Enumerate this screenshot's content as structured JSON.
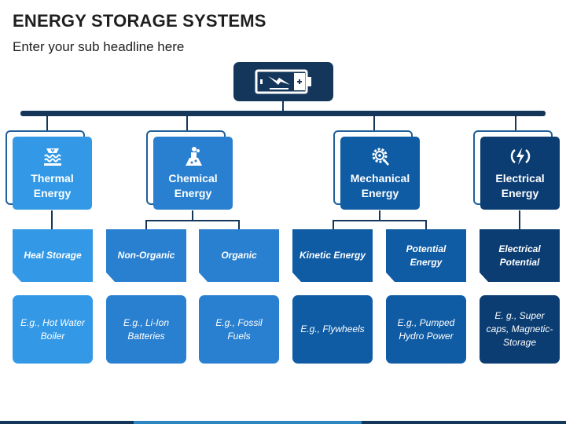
{
  "header": {
    "title": "ENERGY STORAGE SYSTEMS",
    "subtitle": "Enter your sub headline here"
  },
  "root": {
    "icon": "battery-charging-icon"
  },
  "colors": {
    "dark": "#14365a",
    "light": "#3399e6",
    "medium": "#2a80d0",
    "deep": "#0f5ca4",
    "darkest": "#0b3d73"
  },
  "categories": [
    {
      "label": "Thermal Energy",
      "icon": "heating-icon",
      "subtypes": [
        {
          "label": "Heal Storage",
          "example": "E.g., Hot Water Boiler"
        }
      ]
    },
    {
      "label": "Chemical Energy",
      "icon": "flask-icon",
      "subtypes": [
        {
          "label": "Non-Organic",
          "example": "E.g., Li-Ion Batteries"
        },
        {
          "label": "Organic",
          "example": "E.g., Fossil Fuels"
        }
      ]
    },
    {
      "label": "Mechanical Energy",
      "icon": "gear-icon",
      "subtypes": [
        {
          "label": "Kinetic Energy",
          "example": "E.g., Flywheels"
        },
        {
          "label": "Potential Energy",
          "example": "E.g., Pumped Hydro Power"
        }
      ]
    },
    {
      "label": "Electrical Energy",
      "icon": "lightning-icon",
      "subtypes": [
        {
          "label": "Electrical Potential",
          "example": "E. g., Super caps, Magnetic-Storage"
        }
      ]
    }
  ]
}
